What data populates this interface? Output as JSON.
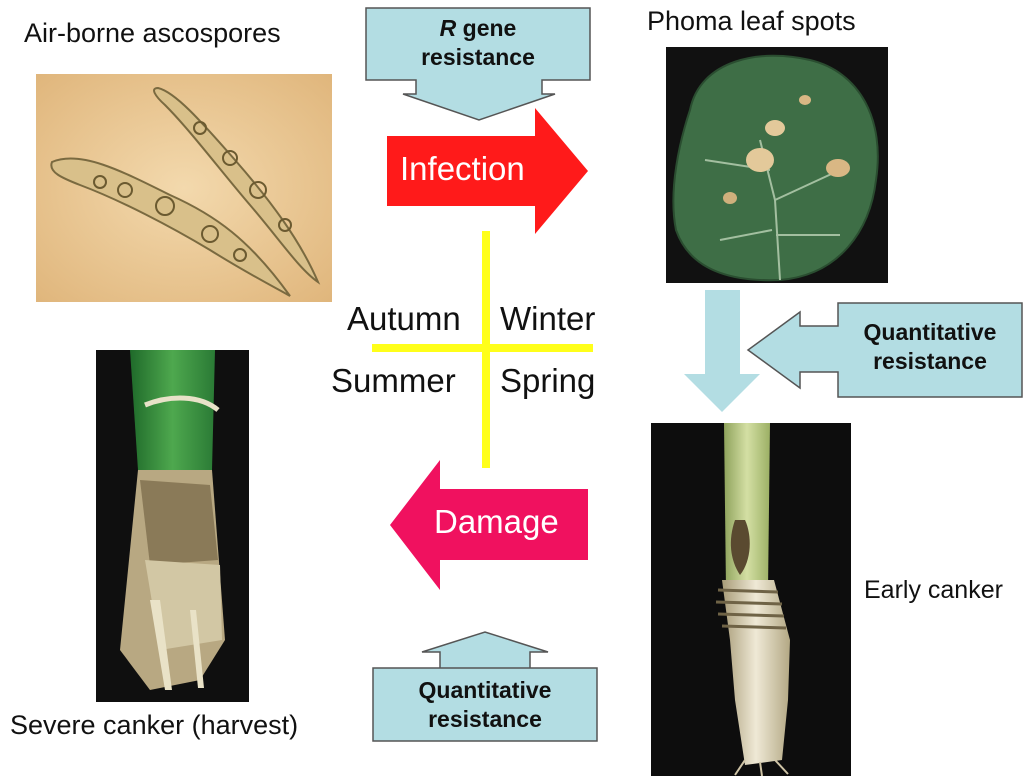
{
  "captions": {
    "ascospores": "Air-borne  ascospores",
    "leaf_spots": "Phoma leaf spots",
    "early_canker": "Early canker",
    "severe_canker": "Severe canker (harvest)"
  },
  "seasons": {
    "top_left": "Autumn",
    "top_right": "Winter",
    "bottom_left": "Summer",
    "bottom_right": "Spring"
  },
  "arrows": {
    "infection": "Infection",
    "damage": "Damage"
  },
  "resistance": {
    "r_gene_italic": "R",
    "r_gene_rest": " gene",
    "r_gene_line2": "resistance",
    "quant_line1": "Quantitative",
    "quant_line2": "resistance",
    "quant_bottom_line1": "Quantitative",
    "quant_bottom_line2": "resistance"
  },
  "colors": {
    "infection_arrow": "#ff1a1a",
    "damage_arrow": "#f0115f",
    "resistance_box": "#b3dde3",
    "season_cross": "#ffff1a"
  }
}
